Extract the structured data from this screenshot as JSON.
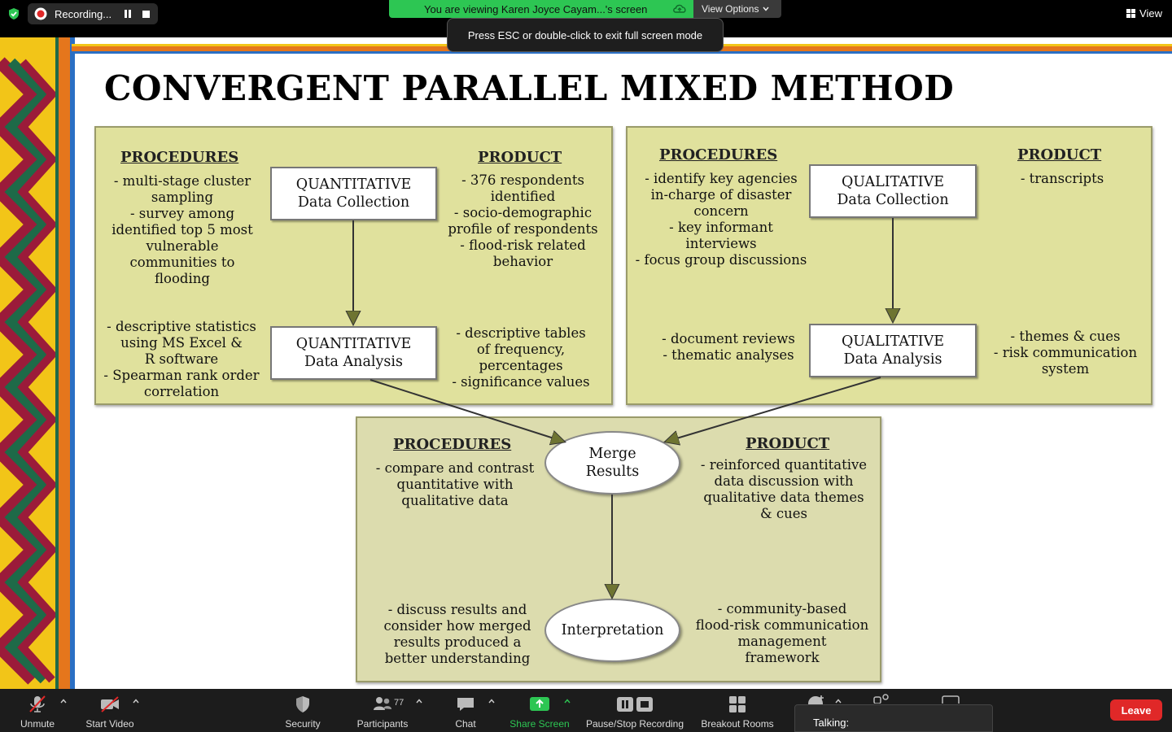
{
  "topbar": {
    "recording_label": "Recording...",
    "viewing_banner": "You are viewing Karen Joyce Cayam...'s screen",
    "view_options_label": "View Options",
    "view_label": "View",
    "esc_toast": "Press ESC or double-click to exit full screen mode",
    "banner_color": "#2dc653"
  },
  "slide": {
    "title": "CONVERGENT PARALLEL MIXED METHOD",
    "quant": {
      "procedures_head": "PROCEDURES",
      "product_head": "PRODUCT",
      "collection_box": [
        "QUANTITATIVE",
        "Data Collection"
      ],
      "analysis_box": [
        "QUANTITATIVE",
        "Data Analysis"
      ],
      "collection_procedures": [
        "- multi-stage cluster",
        "sampling",
        "- survey among",
        "identified top 5 most",
        "vulnerable",
        "communities to",
        "flooding"
      ],
      "collection_product": [
        "- 376 respondents",
        "identified",
        "- socio-demographic",
        "profile of respondents",
        "- flood-risk related",
        "behavior"
      ],
      "analysis_procedures": [
        "- descriptive statistics",
        "using MS Excel &",
        "R software",
        "- Spearman rank order",
        "correlation"
      ],
      "analysis_product": [
        "- descriptive tables",
        "of frequency,",
        "percentages",
        "- significance values"
      ]
    },
    "qual": {
      "procedures_head": "PROCEDURES",
      "product_head": "PRODUCT",
      "collection_box": [
        "QUALITATIVE",
        "Data Collection"
      ],
      "analysis_box": [
        "QUALITATIVE",
        "Data Analysis"
      ],
      "collection_procedures": [
        "- identify key agencies",
        "in-charge of disaster",
        "concern",
        "- key informant",
        "interviews",
        "- focus group discussions"
      ],
      "collection_product": [
        "- transcripts"
      ],
      "analysis_procedures": [
        "- document reviews",
        "- thematic analyses"
      ],
      "analysis_product": [
        "- themes & cues",
        "- risk communication",
        "system"
      ]
    },
    "merge": {
      "procedures_head": "PROCEDURES",
      "product_head": "PRODUCT",
      "merge_oval": [
        "Merge",
        "Results"
      ],
      "interp_oval": "Interpretation",
      "merge_procedures": [
        "- compare and contrast",
        "quantitative with",
        "qualitative data"
      ],
      "merge_product": [
        "- reinforced quantitative",
        "data discussion with",
        "qualitative data themes",
        "& cues"
      ],
      "interp_procedures": [
        "- discuss results and",
        "consider how merged",
        "results produced a",
        "better understanding"
      ],
      "interp_product": [
        "- community-based",
        "flood-risk communication",
        "management",
        "framework"
      ]
    },
    "panel_color": "#e0e19d",
    "arrow_color": "#5b6128"
  },
  "toolbar": {
    "unmute": "Unmute",
    "start_video": "Start Video",
    "security": "Security",
    "participants": "Participants",
    "participants_count": "77",
    "chat": "Chat",
    "share_screen": "Share Screen",
    "pause_stop_recording": "Pause/Stop Recording",
    "breakout_rooms": "Breakout Rooms",
    "leave": "Leave",
    "talking": "Talking:",
    "leave_color": "#e02828"
  }
}
